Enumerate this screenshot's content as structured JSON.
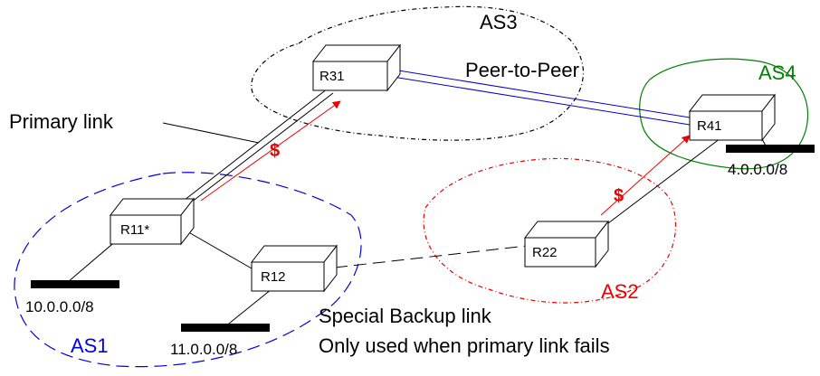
{
  "autonomous_systems": [
    {
      "id": "as1",
      "label": "AS1",
      "color": "#0000ee"
    },
    {
      "id": "as2",
      "label": "AS2",
      "color": "#ee0000"
    },
    {
      "id": "as3",
      "label": "AS3",
      "color": "#000000"
    },
    {
      "id": "as4",
      "label": "AS4",
      "color": "#008000"
    }
  ],
  "routers": [
    {
      "id": "r31",
      "label": "R31"
    },
    {
      "id": "r41",
      "label": "R41"
    },
    {
      "id": "r11",
      "label": "R11*"
    },
    {
      "id": "r12",
      "label": "R12"
    },
    {
      "id": "r22",
      "label": "R22"
    }
  ],
  "networks": [
    {
      "id": "net-10",
      "label": "10.0.0.0/8"
    },
    {
      "id": "net-11",
      "label": "11.0.0.0/8"
    },
    {
      "id": "net-4",
      "label": "4.0.0.0/8"
    }
  ],
  "links": {
    "primary": "Primary link",
    "peer": "Peer-to-Peer",
    "backup_line1": "Special Backup link",
    "backup_line2": "Only used when primary link fails"
  },
  "money_symbol": "$",
  "colors": {
    "peer_link": "#0000cc",
    "money_flow": "#ee0000",
    "network_bar": "#000000"
  }
}
